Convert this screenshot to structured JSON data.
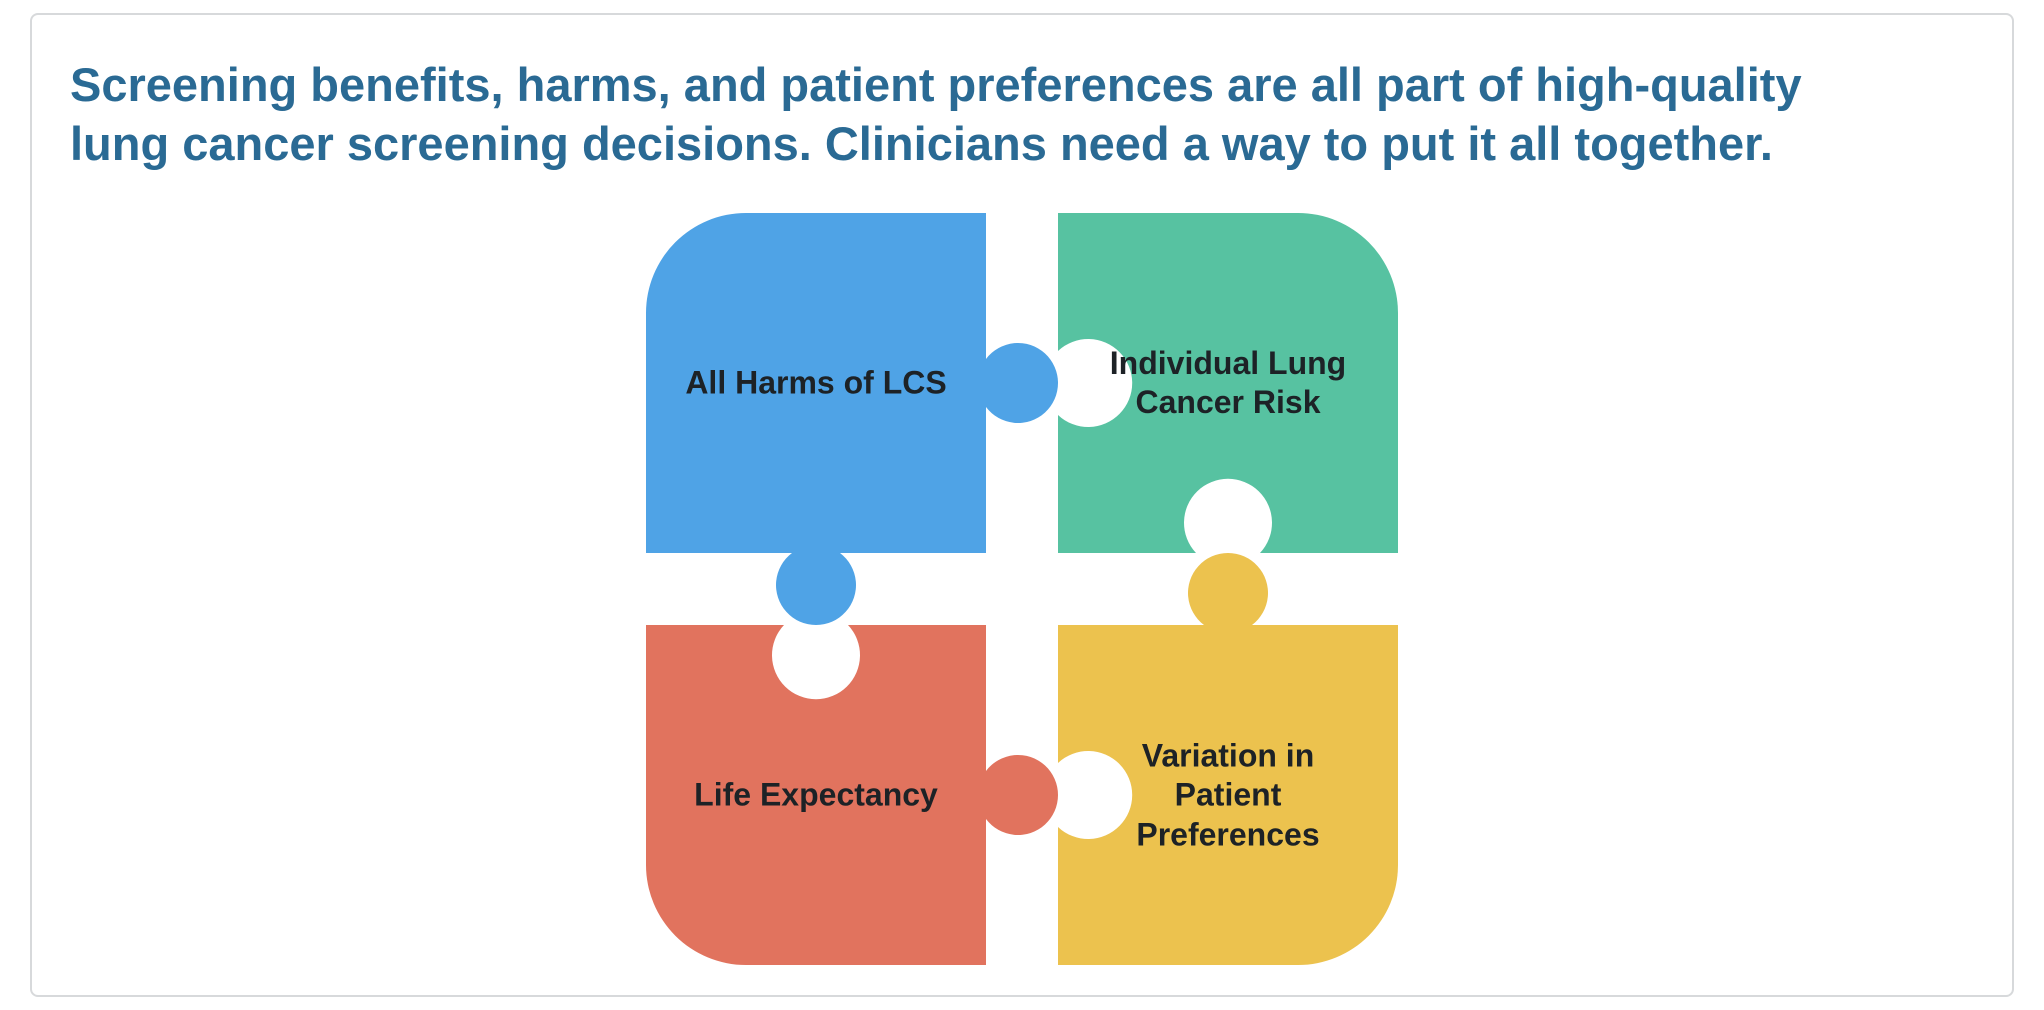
{
  "page": {
    "headline": "Screening benefits, harms, and patient preferences are all part of high-quality lung cancer screening decisions. Clinicians need a way to put it all together.",
    "headline_color": "#2a6a94",
    "background_color": "#ffffff",
    "frame_border_color": "#d7d9db"
  },
  "puzzle": {
    "label_color": "#1d2226",
    "pieces": [
      {
        "position": "top-left",
        "label": "All Harms of LCS",
        "color": "#4fa3e6"
      },
      {
        "position": "top-right",
        "label": "Individual Lung Cancer Risk",
        "color": "#57c2a1"
      },
      {
        "position": "bottom-left",
        "label": "Life Expectancy",
        "color": "#e1735e"
      },
      {
        "position": "bottom-right",
        "label": "Variation in Patient Preferences",
        "color": "#ecc24e"
      }
    ]
  }
}
